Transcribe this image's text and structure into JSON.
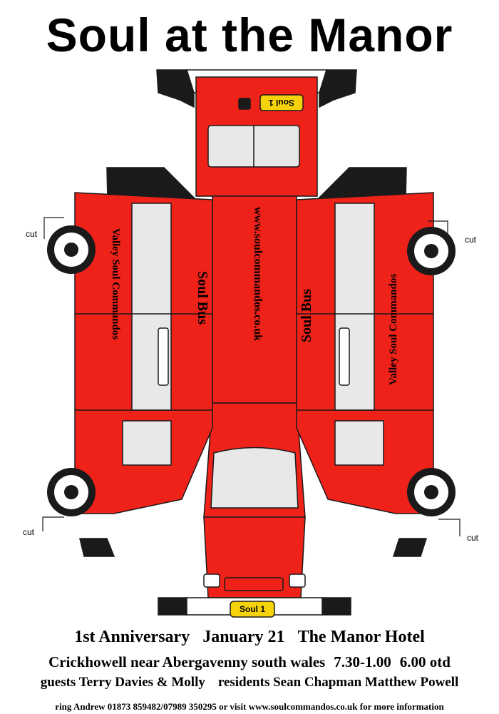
{
  "title": "Soul at the Manor",
  "bus": {
    "plate_text": "Soul 1",
    "website_text": "www.soulcommandos.co.uk",
    "roof_text": "Soul Bus",
    "side_text": "Valley Soul Commandos",
    "cut_label": "cut",
    "colors": {
      "body": "#ee2219",
      "outline": "#1a1a1a",
      "glass": "#e8e8e8",
      "plate": "#f5d20a"
    }
  },
  "footer": {
    "line1": {
      "anniversary": "1st Anniversary",
      "date": "January 21",
      "venue": "The Manor Hotel"
    },
    "line2": {
      "location": "Crickhowell near Abergavenny south wales",
      "times": "7.30-1.00",
      "price": "6.00 otd"
    },
    "line3": {
      "guests": "guests Terry Davies & Molly",
      "residents": "residents Sean Chapman Matthew Powell"
    },
    "line4": "ring Andrew 01873 859482/07989 350295 or visit www.soulcommandos.co.uk for more information"
  }
}
